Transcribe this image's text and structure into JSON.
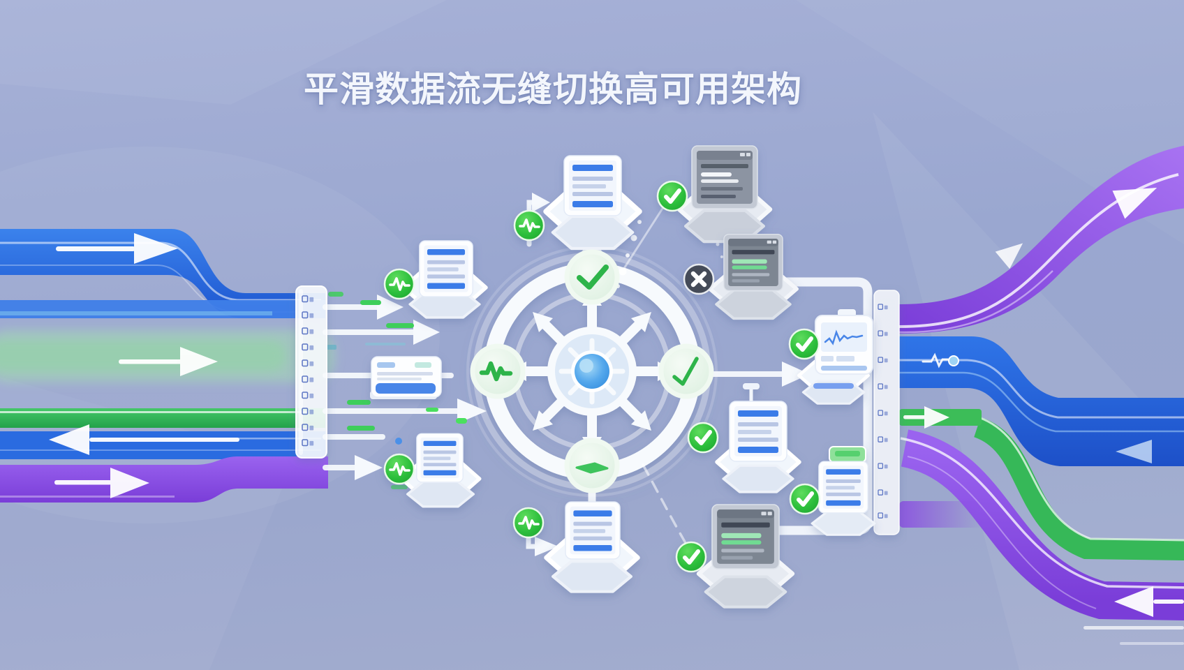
{
  "meta": {
    "kind": "illustration",
    "theme": "high-availability data-flow architecture"
  },
  "title": {
    "text": "平滑数据流无缝切换高可用架构"
  },
  "palette": {
    "background": "#a2aed4",
    "stream_blue": "#2566dd",
    "stream_blue_light": "#5b9cf0",
    "stream_green": "#2fb357",
    "stream_green_soft": "#a5dfb0",
    "stream_purple": "#8a4fe0",
    "connector_white": "#f6f9fd",
    "health_node_fill": "#e4f3e6",
    "icon_green": "#2eb44a",
    "badge_success_green": "#2ec23e",
    "badge_fail_dark": "#454c59",
    "document_accent_blue": "#3a7ce8",
    "server_gray": "#8c94a2",
    "server_mint": "#9fe7b6",
    "hub_core_blue": "#2f8fe2"
  },
  "streams": {
    "left_inbound": [
      {
        "id": "blue-top",
        "color": "#2566dd",
        "arrow": "right"
      },
      {
        "id": "blue-thin",
        "color": "#3f7ee8",
        "arrow": "none"
      },
      {
        "id": "green-soft",
        "color": "#a5dfb0",
        "arrow": "right"
      },
      {
        "id": "green-solid",
        "color": "#2fb357",
        "arrow": "none"
      },
      {
        "id": "blue-low",
        "color": "#2a6be0",
        "arrow": "left"
      },
      {
        "id": "purple-low",
        "color": "#8a50dd",
        "arrow": "right"
      }
    ],
    "right_outbound": [
      {
        "id": "purple-rising",
        "color": "#8a4fe0",
        "arrow": "right-up"
      },
      {
        "id": "blue-main",
        "color": "#2263e0",
        "arrow": "left"
      },
      {
        "id": "green-branch",
        "color": "#3cbd58",
        "arrow": "right"
      },
      {
        "id": "purple-falling",
        "color": "#8a4fe0",
        "arrow": "left"
      },
      {
        "id": "purple-stub",
        "color": "#8a4fe0",
        "arrow": "none"
      }
    ]
  },
  "balancer": {
    "name": "routing-wheel",
    "spokes": 8,
    "health_nodes": [
      {
        "position": "top",
        "icon": "check-icon"
      },
      {
        "position": "right",
        "icon": "check-icon"
      },
      {
        "position": "bottom",
        "icon": "dash-icon"
      },
      {
        "position": "left",
        "icon": "pulse-icon"
      }
    ]
  },
  "nodes": [
    {
      "id": "doc-top-left",
      "kind": "document",
      "badge": "pulse"
    },
    {
      "id": "doc-top-center",
      "kind": "document",
      "badge": "pulse"
    },
    {
      "id": "mini-form-card",
      "kind": "form-card",
      "badge": "none"
    },
    {
      "id": "doc-bottom-left",
      "kind": "document",
      "badge": "pulse"
    },
    {
      "id": "doc-bottom-center",
      "kind": "document",
      "badge": "pulse"
    },
    {
      "id": "server-top",
      "kind": "server",
      "badge": "check"
    },
    {
      "id": "server-mid",
      "kind": "server",
      "badge": "cross"
    },
    {
      "id": "monitor-card",
      "kind": "monitor",
      "badge": "check"
    },
    {
      "id": "doc-antenna",
      "kind": "document",
      "badge": "check"
    },
    {
      "id": "doc-green-tab",
      "kind": "document",
      "badge": "check"
    },
    {
      "id": "server-bottom",
      "kind": "server",
      "badge": "check"
    }
  ],
  "status_summary": {
    "healthy_checks": 5,
    "failed_checks": 1,
    "pulse_monitors": 4
  }
}
